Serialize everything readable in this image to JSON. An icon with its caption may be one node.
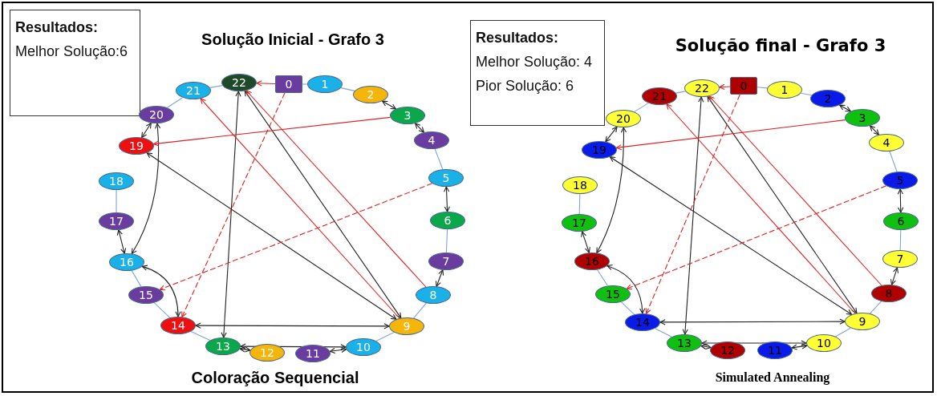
{
  "diagram": {
    "nodes": [
      {
        "text": [
          "Resultados:",
          "Melhor Solução:6"
        ]
      },
      {
        "text": [
          "0"
        ]
      },
      {
        "text": [
          "1"
        ]
      },
      {
        "text": [
          "2"
        ]
      },
      {
        "text": [
          "3"
        ]
      },
      {
        "text": [
          "4"
        ]
      },
      {
        "text": [
          "5"
        ]
      },
      {
        "text": [
          "6"
        ]
      },
      {
        "text": [
          "7"
        ]
      },
      {
        "text": [
          "8"
        ]
      },
      {
        "text": [
          "9"
        ]
      },
      {
        "text": [
          "10"
        ]
      },
      {
        "text": [
          "11"
        ]
      },
      {
        "text": [
          "12"
        ]
      },
      {
        "text": [
          "13"
        ]
      },
      {
        "text": [
          "14"
        ]
      },
      {
        "text": [
          "15"
        ]
      },
      {
        "text": [
          "16"
        ]
      },
      {
        "text": [
          "17"
        ]
      },
      {
        "text": [
          "18"
        ]
      },
      {
        "text": [
          "19"
        ]
      },
      {
        "text": [
          "20"
        ]
      },
      {
        "text": [
          "21"
        ]
      },
      {
        "text": [
          "22"
        ]
      },
      {
        "text": [
          "Resultados:",
          "Melhor Solução: 4",
          "Pior Solução: 6"
        ]
      },
      {
        "text": [
          "0"
        ]
      },
      {
        "text": [
          "1"
        ]
      },
      {
        "text": [
          "2"
        ]
      },
      {
        "text": [
          "3"
        ]
      },
      {
        "text": [
          "4"
        ]
      },
      {
        "text": [
          "5"
        ]
      },
      {
        "text": [
          "6"
        ]
      },
      {
        "text": [
          "7"
        ]
      },
      {
        "text": [
          "8"
        ]
      },
      {
        "text": [
          "9"
        ]
      },
      {
        "text": [
          "10"
        ]
      },
      {
        "text": [
          "11"
        ]
      },
      {
        "text": [
          "12"
        ]
      },
      {
        "text": [
          "13"
        ]
      },
      {
        "text": [
          "14"
        ]
      },
      {
        "text": [
          "15"
        ]
      },
      {
        "text": [
          "16"
        ]
      },
      {
        "text": [
          "17"
        ]
      },
      {
        "text": [
          "18"
        ]
      },
      {
        "text": [
          "19"
        ]
      },
      {
        "text": [
          "20"
        ]
      },
      {
        "text": [
          "21"
        ]
      },
      {
        "text": [
          "22"
        ]
      }
    ],
    "edges": [
      {
        "from": 3,
        "to": 4,
        "arrow": "both"
      },
      {
        "from": 4,
        "to": 5,
        "arrow": "both"
      },
      {
        "from": 6,
        "to": 7,
        "arrow": "both"
      },
      {
        "from": 8,
        "to": 9,
        "arrow": "both"
      },
      {
        "from": 20,
        "to": 21,
        "arrow": "both"
      },
      {
        "from": 17,
        "to": 18,
        "arrow": "both"
      },
      {
        "from": 13,
        "to": 14,
        "arrow": "both"
      },
      {
        "from": 11,
        "to": 12,
        "arrow": "both"
      },
      {
        "from": 14,
        "to": 11,
        "arrow": "both"
      },
      {
        "from": 15,
        "to": 10,
        "arrow": "both"
      },
      {
        "from": 23,
        "to": 14,
        "arrow": "both"
      },
      {
        "from": 23,
        "to": 10,
        "arrow": "both"
      },
      {
        "from": 20,
        "to": 10,
        "arrow": "both"
      },
      {
        "from": 21,
        "to": 17,
        "arrow": "both"
      },
      {
        "from": 17,
        "to": 15,
        "arrow": "both"
      },
      {
        "from": 1,
        "to": 23,
        "arrow": "to",
        "color": "#e02020"
      },
      {
        "from": 1,
        "to": 15,
        "arrow": "to",
        "style": "dashed",
        "color": "#e02020"
      },
      {
        "from": 4,
        "to": 20,
        "arrow": "to",
        "color": "#e02020"
      },
      {
        "from": 6,
        "to": 16,
        "arrow": "to",
        "style": "dashed",
        "color": "#e02020"
      },
      {
        "from": 9,
        "to": 23,
        "arrow": "to",
        "color": "#e02020"
      },
      {
        "from": 10,
        "to": 22,
        "arrow": "to",
        "color": "#e02020"
      },
      {
        "from": 22,
        "to": 23,
        "arrow": "none",
        "color": "#7fa6d6"
      },
      {
        "from": 1,
        "to": 2,
        "arrow": "none",
        "color": "#7fa6d6"
      },
      {
        "from": 2,
        "to": 3,
        "arrow": "none",
        "color": "#7fa6d6"
      },
      {
        "from": 21,
        "to": 22,
        "arrow": "none",
        "color": "#7fa6d6"
      },
      {
        "from": 18,
        "to": 19,
        "arrow": "none",
        "color": "#7fa6d6"
      },
      {
        "from": 16,
        "to": 17,
        "arrow": "none",
        "color": "#7fa6d6"
      },
      {
        "from": 15,
        "to": 16,
        "arrow": "none",
        "color": "#7fa6d6"
      },
      {
        "from": 14,
        "to": 15,
        "arrow": "none",
        "color": "#7fa6d6"
      },
      {
        "from": 10,
        "to": 11,
        "arrow": "none",
        "color": "#7fa6d6"
      },
      {
        "from": 9,
        "to": 10,
        "arrow": "none",
        "color": "#7fa6d6"
      },
      {
        "from": 7,
        "to": 8,
        "arrow": "none",
        "color": "#7fa6d6"
      },
      {
        "from": 5,
        "to": 6,
        "arrow": "none",
        "color": "#7fa6d6"
      },
      {
        "from": 27,
        "to": 28,
        "arrow": "both"
      },
      {
        "from": 28,
        "to": 29,
        "arrow": "both"
      },
      {
        "from": 30,
        "to": 31,
        "arrow": "both"
      },
      {
        "from": 32,
        "to": 33,
        "arrow": "both"
      },
      {
        "from": 44,
        "to": 45,
        "arrow": "both"
      },
      {
        "from": 41,
        "to": 42,
        "arrow": "both"
      },
      {
        "from": 37,
        "to": 38,
        "arrow": "both"
      },
      {
        "from": 35,
        "to": 36,
        "arrow": "both"
      },
      {
        "from": 38,
        "to": 35,
        "arrow": "both"
      },
      {
        "from": 39,
        "to": 34,
        "arrow": "both"
      },
      {
        "from": 47,
        "to": 38,
        "arrow": "both"
      },
      {
        "from": 47,
        "to": 34,
        "arrow": "both"
      },
      {
        "from": 44,
        "to": 34,
        "arrow": "both"
      },
      {
        "from": 45,
        "to": 41,
        "arrow": "both"
      },
      {
        "from": 41,
        "to": 39,
        "arrow": "both"
      },
      {
        "from": 25,
        "to": 47,
        "arrow": "to",
        "color": "#e02020"
      },
      {
        "from": 25,
        "to": 39,
        "arrow": "to",
        "style": "dashed",
        "color": "#e02020"
      },
      {
        "from": 28,
        "to": 44,
        "arrow": "to",
        "color": "#e02020"
      },
      {
        "from": 30,
        "to": 40,
        "arrow": "to",
        "style": "dashed",
        "color": "#e02020"
      },
      {
        "from": 33,
        "to": 47,
        "arrow": "to",
        "color": "#e02020"
      },
      {
        "from": 34,
        "to": 46,
        "arrow": "to",
        "color": "#e02020"
      },
      {
        "from": 46,
        "to": 47,
        "arrow": "none",
        "color": "#7fa6d6"
      },
      {
        "from": 25,
        "to": 26,
        "arrow": "none",
        "color": "#7fa6d6"
      },
      {
        "from": 26,
        "to": 27,
        "arrow": "none",
        "color": "#7fa6d6"
      },
      {
        "from": 45,
        "to": 46,
        "arrow": "none",
        "color": "#7fa6d6"
      },
      {
        "from": 42,
        "to": 43,
        "arrow": "none",
        "color": "#7fa6d6"
      },
      {
        "from": 40,
        "to": 41,
        "arrow": "none",
        "color": "#7fa6d6"
      },
      {
        "from": 39,
        "to": 40,
        "arrow": "none",
        "color": "#7fa6d6"
      },
      {
        "from": 38,
        "to": 39,
        "arrow": "none",
        "color": "#7fa6d6"
      },
      {
        "from": 34,
        "to": 35,
        "arrow": "none",
        "color": "#7fa6d6"
      },
      {
        "from": 33,
        "to": 34,
        "arrow": "none",
        "color": "#7fa6d6"
      },
      {
        "from": 31,
        "to": 32,
        "arrow": "none",
        "color": "#7fa6d6"
      },
      {
        "from": 29,
        "to": 30,
        "arrow": "none",
        "color": "#7fa6d6"
      }
    ],
    "labels": [
      "Solução Inicial - Grafo 3",
      "Coloração Sequencial",
      "Solução final - Grafo 3",
      "Simulated Annealing"
    ]
  }
}
